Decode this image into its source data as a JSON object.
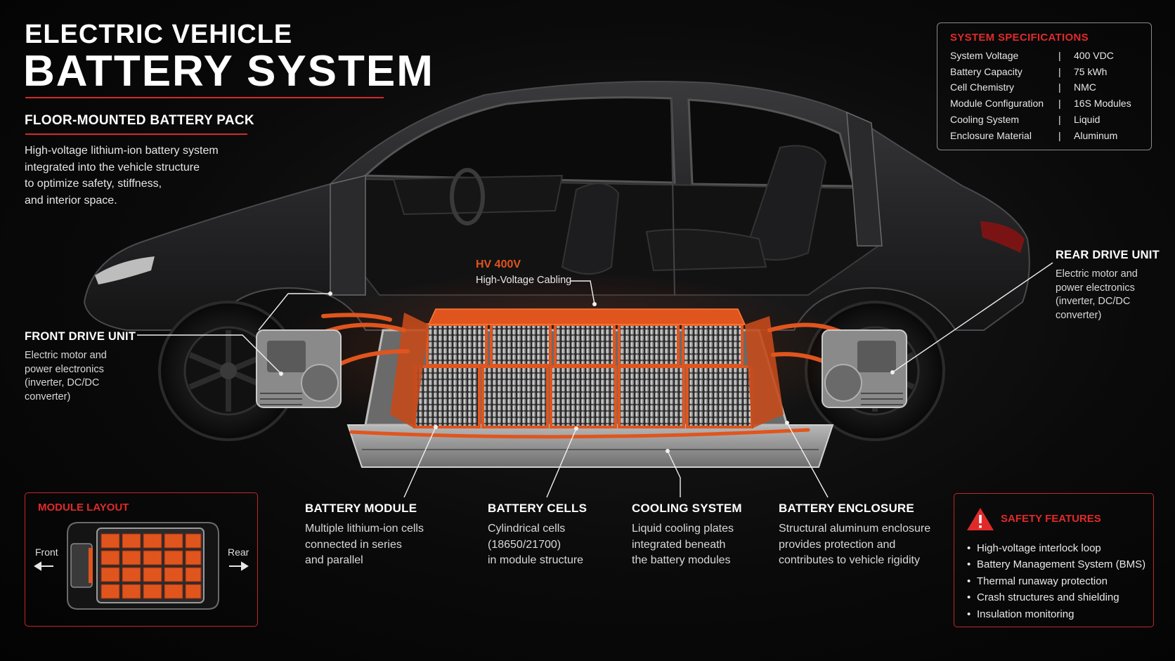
{
  "header": {
    "title_line1": "ELECTRIC VEHICLE",
    "title_line2": "BATTERY SYSTEM",
    "subtitle": "FLOOR-MOUNTED BATTERY PACK",
    "intro_lines": [
      "High-voltage lithium-ion battery system",
      "integrated into the vehicle structure",
      "to optimize safety, stiffness,",
      "and interior space."
    ]
  },
  "specs": {
    "title": "SYSTEM SPECIFICATIONS",
    "separator": "|",
    "rows": [
      {
        "label": "System Voltage",
        "value": "400 VDC"
      },
      {
        "label": "Battery Capacity",
        "value": "75 kWh"
      },
      {
        "label": "Cell Chemistry",
        "value": "NMC"
      },
      {
        "label": "Module Configuration",
        "value": "16S Modules"
      },
      {
        "label": "Cooling System",
        "value": "Liquid"
      },
      {
        "label": "Enclosure Material",
        "value": "Aluminum"
      }
    ]
  },
  "callouts": {
    "hv_cabling": {
      "title": "HV 400V",
      "desc": "High-Voltage Cabling"
    },
    "front_drive": {
      "title": "FRONT DRIVE UNIT",
      "desc_lines": [
        "Electric motor and",
        "power electronics",
        "(inverter, DC/DC",
        "converter)"
      ]
    },
    "rear_drive": {
      "title": "REAR DRIVE UNIT",
      "desc_lines": [
        "Electric motor and",
        "power electronics",
        "(inverter, DC/DC",
        "converter)"
      ]
    },
    "battery_module": {
      "title": "BATTERY MODULE",
      "desc_lines": [
        "Multiple lithium-ion cells",
        "connected in series",
        "and parallel"
      ]
    },
    "battery_cells": {
      "title": "BATTERY CELLS",
      "desc_lines": [
        "Cylindrical cells",
        "(18650/21700)",
        "in module structure"
      ]
    },
    "cooling_system": {
      "title": "COOLING SYSTEM",
      "desc_lines": [
        "Liquid cooling plates",
        "integrated beneath",
        "the battery modules"
      ]
    },
    "battery_enclosure": {
      "title": "BATTERY ENCLOSURE",
      "desc_lines": [
        "Structural aluminum enclosure",
        "provides protection and",
        "contributes to vehicle rigidity"
      ]
    }
  },
  "module_layout": {
    "title": "MODULE LAYOUT",
    "front_label": "Front",
    "rear_label": "Rear"
  },
  "safety": {
    "title": "SAFETY FEATURES",
    "items": [
      "High-voltage interlock loop",
      "Battery Management System (BMS)",
      "Thermal runaway protection",
      "Crash structures and shielding",
      "Insulation monitoring"
    ]
  },
  "colors": {
    "accent_red": "#d42a2a",
    "cable_orange": "#e0551e",
    "body_dark": "#2a2a2c"
  }
}
